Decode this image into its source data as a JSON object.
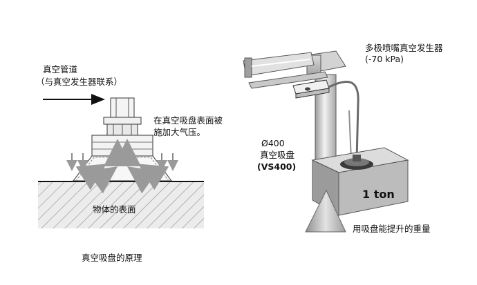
{
  "left": {
    "pipe_label_line1": "真空管道",
    "pipe_label_line2": "（与真空发生器联系）",
    "pressure_note_line1": "在真空吸盘表面被",
    "pressure_note_line2": "施加大气压。",
    "surface_label": "物体的表面",
    "caption": "真空吸盘的原理"
  },
  "right": {
    "generator_line1": "多极喷嘴真空发生器",
    "generator_line2": "(-70 kPa)",
    "cup_size": "Ø400",
    "cup_name": "真空吸盘",
    "cup_model": "(VS400)",
    "load_text": "1 ton",
    "caption": "用吸盘能提升的重量"
  },
  "colors": {
    "ink": "#111111",
    "gray_light": "#e6e6e6",
    "gray_mid": "#bdbdbd",
    "gray_dark": "#8a8a8a"
  }
}
